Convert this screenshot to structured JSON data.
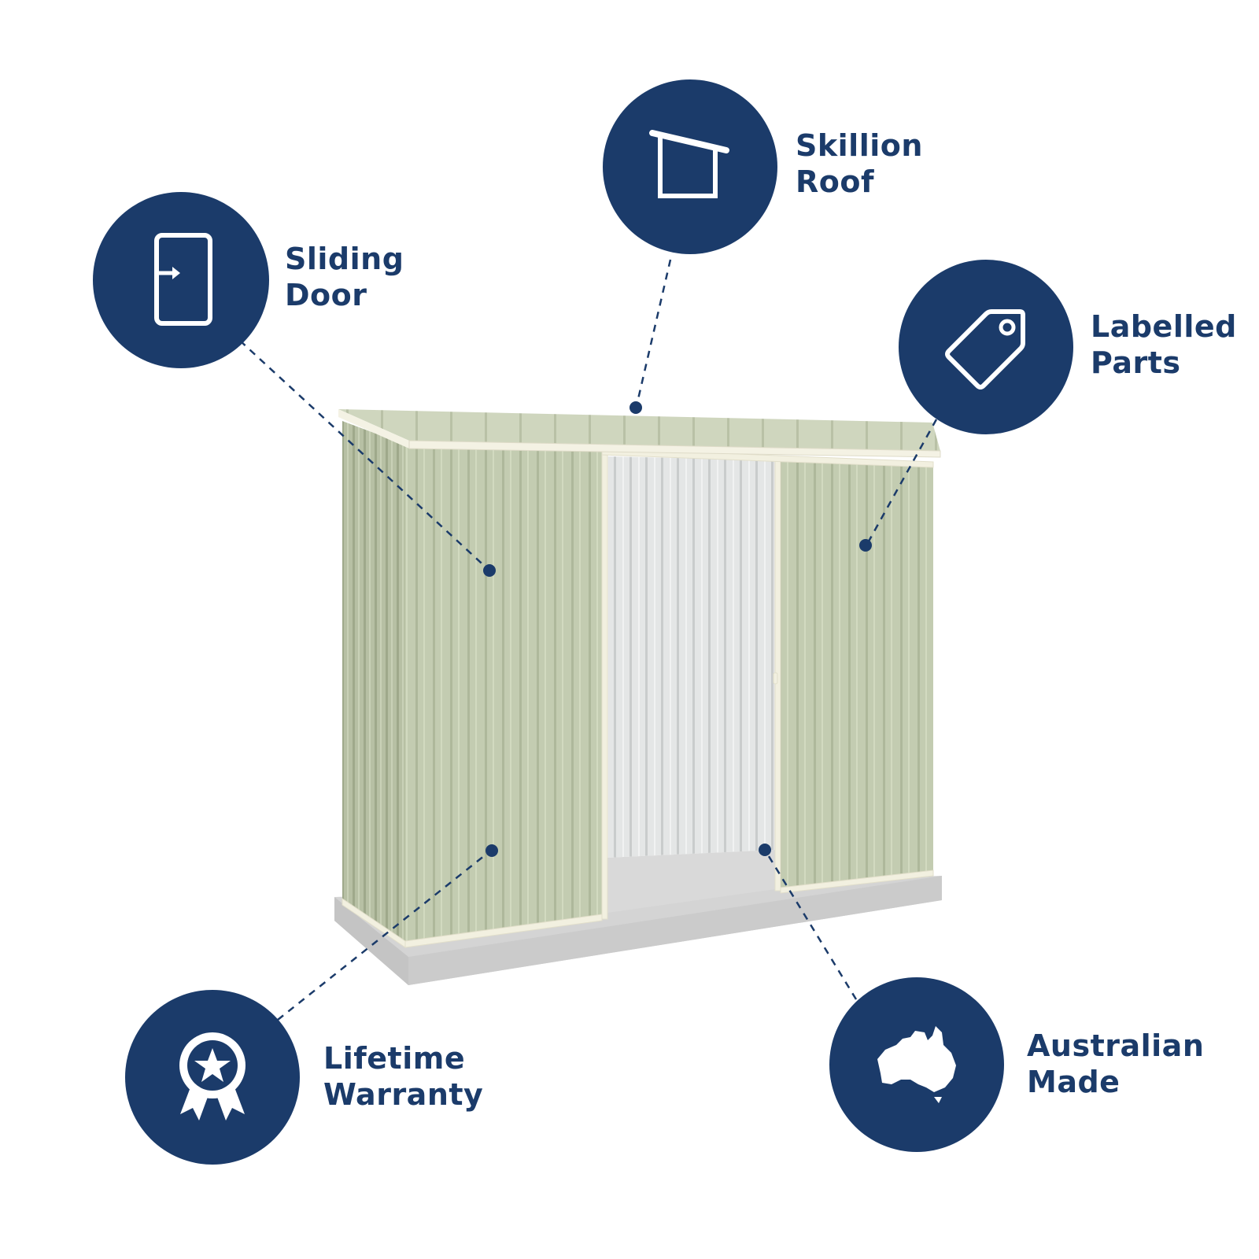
{
  "brand": {
    "navy": "#1b3b6a",
    "shed_green": "#c2cbb0",
    "trim_cream": "#f3f1e2",
    "slab_grey": "#cfcfcf"
  },
  "features": [
    {
      "id": "sliding-door",
      "line1": "Sliding",
      "line2": "Door",
      "icon": "sliding-door-icon"
    },
    {
      "id": "skillion-roof",
      "line1": "Skillion",
      "line2": "Roof",
      "icon": "skillion-roof-icon"
    },
    {
      "id": "labelled-parts",
      "line1": "Labelled",
      "line2": "Parts",
      "icon": "price-tag-icon"
    },
    {
      "id": "lifetime-warranty",
      "line1": "Lifetime",
      "line2": "Warranty",
      "icon": "award-rosette-icon"
    },
    {
      "id": "australian-made",
      "line1": "Australian",
      "line2": "Made",
      "icon": "australia-map-icon"
    }
  ]
}
